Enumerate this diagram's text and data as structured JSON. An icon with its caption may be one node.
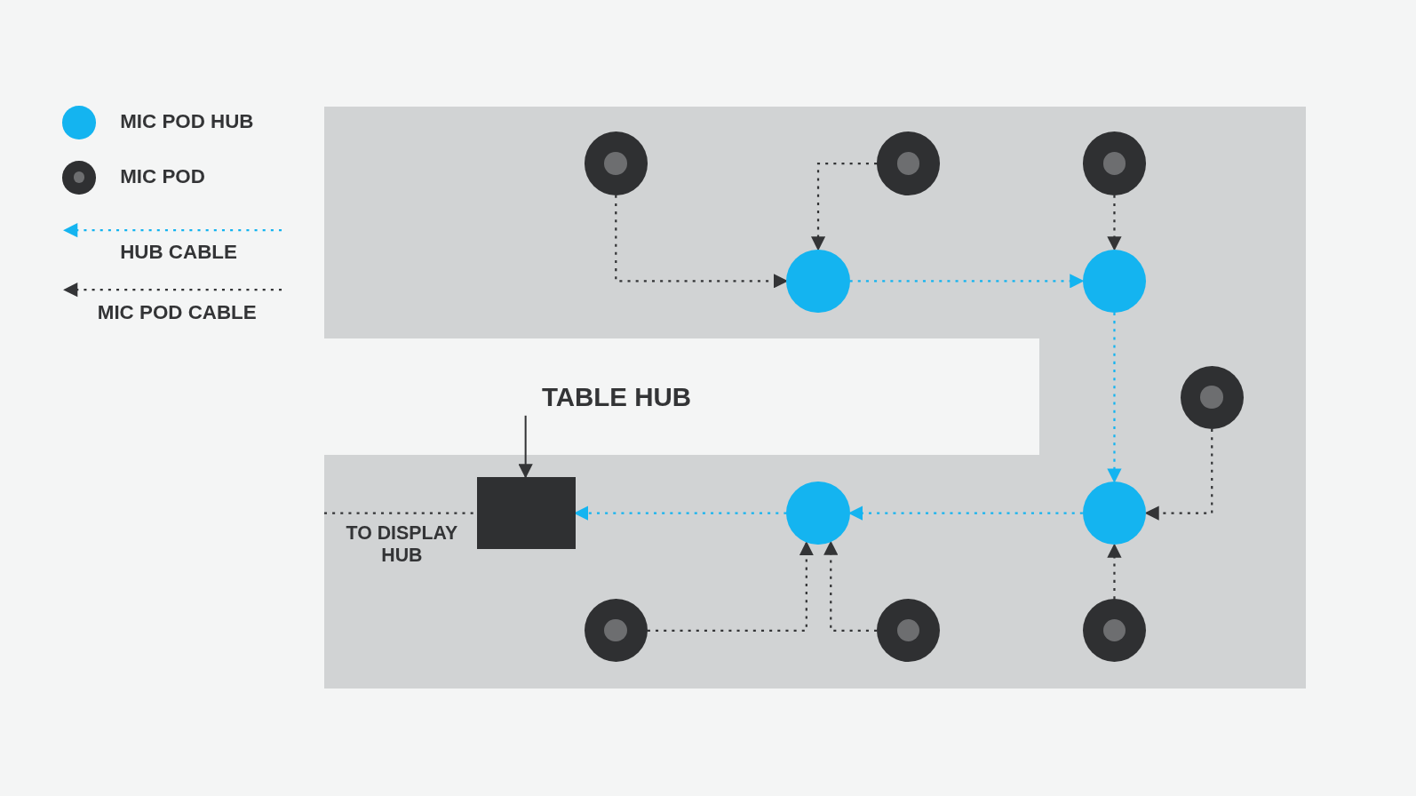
{
  "diagram": {
    "nodes": [
      {
        "text": [],
        "shape": "circle"
      },
      {
        "text": [],
        "shape": "circle"
      },
      {
        "text": [],
        "shape": "circle"
      },
      {
        "text": [],
        "shape": "circle"
      },
      {
        "text": [],
        "shape": "circle"
      },
      {
        "text": [],
        "shape": "circle"
      },
      {
        "text": [
          "TABLE HUB"
        ]
      },
      {
        "text": [],
        "shape": "box"
      },
      {
        "text": [],
        "shape": "circle"
      },
      {
        "text": [],
        "shape": "circle"
      },
      {
        "text": [],
        "shape": "circle"
      },
      {
        "text": [],
        "shape": "circle"
      },
      {
        "text": [],
        "shape": "circle"
      }
    ],
    "edges": [
      {
        "from": 0,
        "to": 3,
        "arrow": "to",
        "style": "dashed"
      },
      {
        "from": 1,
        "to": 3,
        "arrow": "to",
        "style": "dashed"
      },
      {
        "from": 3,
        "to": 4,
        "arrow": "to",
        "style": "dashed",
        "color": "#14b4f0"
      },
      {
        "from": 2,
        "to": 4,
        "arrow": "to",
        "style": "dashed"
      },
      {
        "from": 4,
        "to": 9,
        "arrow": "to",
        "style": "dashed",
        "color": "#14b4f0"
      },
      {
        "from": 5,
        "to": 9,
        "arrow": "to",
        "style": "dashed"
      },
      {
        "from": 9,
        "to": 8,
        "arrow": "to",
        "style": "dashed",
        "color": "#14b4f0"
      },
      {
        "from": 12,
        "to": 9,
        "arrow": "to",
        "style": "dashed"
      },
      {
        "from": 10,
        "to": 8,
        "arrow": "to",
        "style": "dashed"
      },
      {
        "from": 11,
        "to": 8,
        "arrow": "to",
        "style": "dashed"
      },
      {
        "from": 8,
        "to": 7,
        "arrow": "to",
        "style": "dashed",
        "color": "#14b4f0"
      },
      {
        "from": null,
        "to": 7,
        "arrow": "none",
        "style": "dashed"
      },
      {
        "from": 6,
        "to": 7,
        "arrow": "to"
      }
    ],
    "labels": [
      "TO DISPLAY HUB"
    ],
    "legend": [
      {
        "text": "MIC POD HUB",
        "color": "#14b4f0"
      },
      {
        "text": "MIC POD"
      },
      {
        "text": "HUB CABLE"
      },
      {
        "text": "MIC POD CABLE"
      }
    ]
  }
}
